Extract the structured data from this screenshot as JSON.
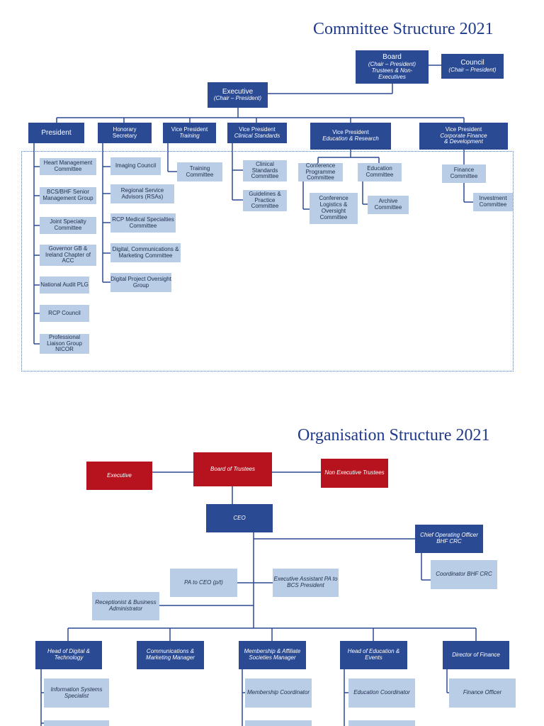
{
  "committee": {
    "title": "Committee Structure 2021",
    "board": {
      "line1": "Board",
      "line2": "(Chair – President)",
      "line3": "Trustees & Non-",
      "line4": "Executives"
    },
    "council": {
      "line1": "Council",
      "line2": "(Chair – President)"
    },
    "executive": {
      "line1": "Executive",
      "line2": "(Chair – President)"
    },
    "heads": [
      {
        "line1": "President",
        "line2": ""
      },
      {
        "line1": "Honorary",
        "line2": "Secretary"
      },
      {
        "line1": "Vice President",
        "line2": "Training"
      },
      {
        "line1": "Vice President",
        "line2": "Clinical Standards"
      },
      {
        "line1": "Vice President",
        "line2": "Education & Research"
      },
      {
        "line1": "Vice President",
        "line2": "Corporate Finance",
        "line3": "& Development"
      }
    ],
    "president_items": [
      "Heart Management Committee",
      "BCS/BHF Senior Management Group",
      "Joint Specialty Committee",
      "Governor GB & Ireland Chapter of ACC",
      "National Audit PLG",
      "RCP Council",
      "Professional Liaison Group NICOR"
    ],
    "secretary_items": [
      "Imaging Council",
      "Regional Service Advisors (RSAs)",
      "RCP Medical Specialties Committee",
      "Digital, Communications & Marketing Committee",
      "Digital Project Oversight Group"
    ],
    "training_items": [
      "Training Committee"
    ],
    "clinical_items": [
      "Clinical Standards Committee",
      "Guidelines & Practice Committee"
    ],
    "education_items": [
      "Conference Programme Committee",
      "Conference Logistics & Oversight Committee",
      "Education Committee",
      "Archive Committee"
    ],
    "finance_items": [
      "Finance Committee",
      "Investment Committee"
    ]
  },
  "organisation": {
    "title": "Organisation Structure 2021",
    "executive": "Executive",
    "board_of_trustees": "Board of Trustees",
    "non_executive": "Non Executive Trustees",
    "ceo": "CEO",
    "coo": "Chief Operating Officer BHF CRC",
    "coordinator": "Coordinator BHF CRC",
    "pa_ceo": "PA to CEO (p/t)",
    "exec_assistant": "Executive Assistant PA to BCS President",
    "receptionist": "Receptionist & Business Administrator",
    "heads": [
      "Head of Digital & Technology",
      "Communications & Marketing Manager",
      "Membership & Affiliate Societies Manager",
      "Head of Education & Events",
      "Director of Finance"
    ],
    "subs": [
      "Information Systems Specialist",
      "Membership Coordinator",
      "Education Coordinator",
      "Finance Officer"
    ]
  }
}
